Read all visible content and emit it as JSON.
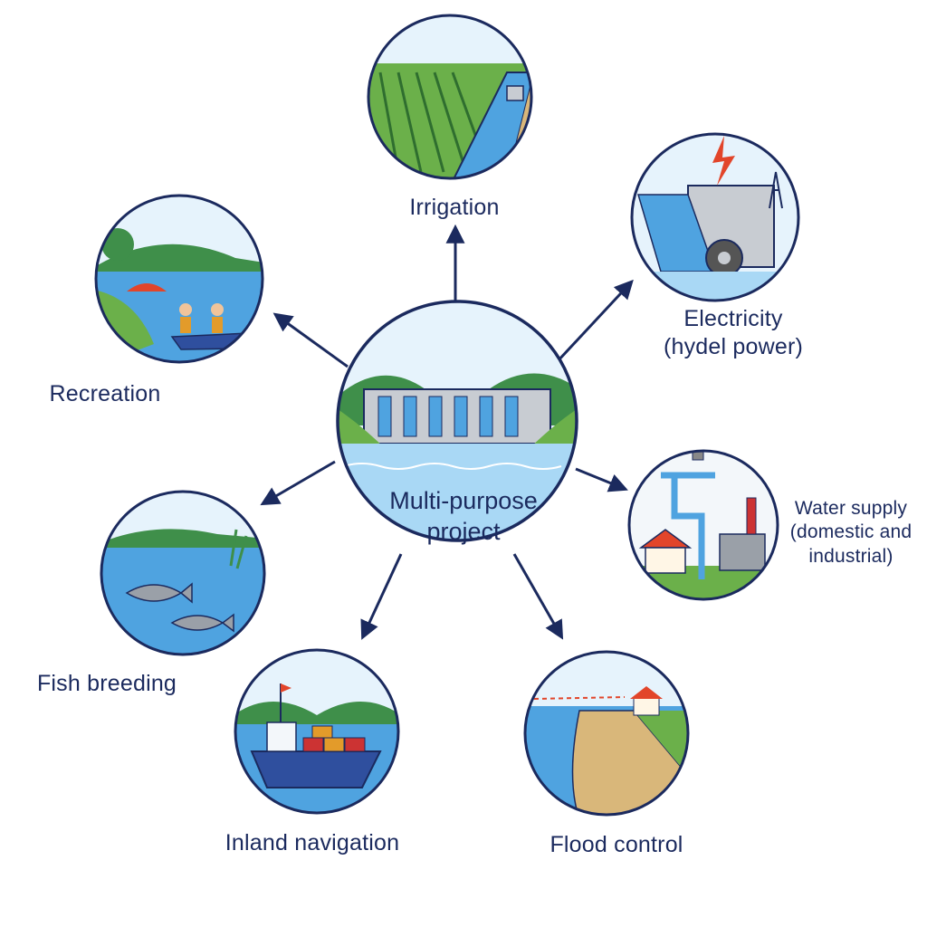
{
  "hub": {
    "name": "multi-purpose-project",
    "label_lines": [
      "Multi-purpose",
      "project"
    ]
  },
  "uses": [
    {
      "key": "irrigation",
      "label_lines": [
        "Irrigation"
      ],
      "icon": "irrigation-canal-icon"
    },
    {
      "key": "electricity",
      "label_lines": [
        "Electricity",
        "(hydel power)"
      ],
      "icon": "hydropower-plant-icon"
    },
    {
      "key": "water-supply",
      "label_lines": [
        "Water supply",
        "(domestic and",
        "industrial)"
      ],
      "icon": "water-tap-icon"
    },
    {
      "key": "flood-control",
      "label_lines": [
        "Flood control"
      ],
      "icon": "embankment-icon"
    },
    {
      "key": "inland-navigation",
      "label_lines": [
        "Inland navigation"
      ],
      "icon": "cargo-ship-icon"
    },
    {
      "key": "fish-breeding",
      "label_lines": [
        "Fish breeding"
      ],
      "icon": "fish-pond-icon"
    },
    {
      "key": "recreation",
      "label_lines": [
        "Recreation"
      ],
      "icon": "boating-icon"
    }
  ],
  "colors": {
    "outline": "#1b2a5e",
    "water": "#4fa3e0",
    "water_light": "#a9d8f5",
    "grass": "#6bb04a",
    "hill": "#3f8f4a",
    "soil": "#d9b77a",
    "concrete": "#c8ccd2",
    "spark": "#e2452a"
  }
}
